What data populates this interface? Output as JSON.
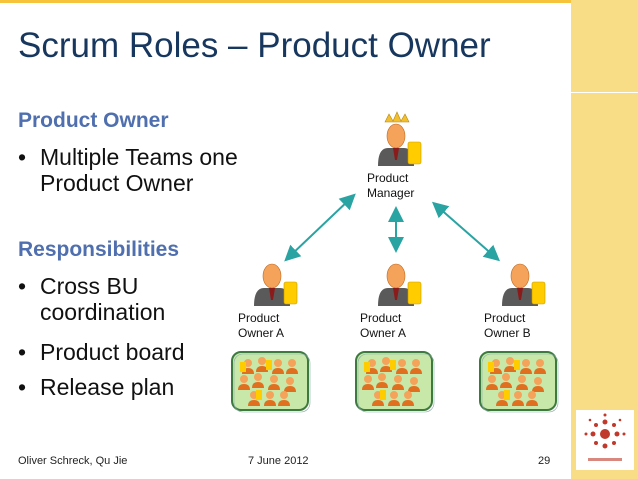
{
  "slide": {
    "title": "Scrum Roles – Product Owner",
    "section1": {
      "heading": "Product Owner",
      "bullets": [
        {
          "line1": "Multiple Teams one",
          "line2": "Product Owner"
        }
      ]
    },
    "section2": {
      "heading": "Responsibilities",
      "bullets": [
        {
          "line1": "Cross BU",
          "line2": "coordination"
        },
        {
          "line1": "Product board"
        },
        {
          "line1": "Release plan"
        }
      ]
    },
    "bullet_char": "•"
  },
  "diagram": {
    "manager": {
      "line1": "Product",
      "line2": "Manager"
    },
    "owners": [
      {
        "line1": "Product",
        "line2": "Owner A"
      },
      {
        "line1": "Product",
        "line2": "Owner A"
      },
      {
        "line1": "Product",
        "line2": "Owner B"
      }
    ]
  },
  "footer": {
    "author": "Oliver Schreck,  Qu Jie",
    "date": "7 June 2012",
    "page": "29"
  },
  "colors": {
    "title": "#17375e",
    "heading": "#4f6fae",
    "accent_bar": "#f6c33a",
    "side_panel": "#f8dc86",
    "arrow": "#2aa3a3",
    "team_bg": "#c7e8a9"
  }
}
